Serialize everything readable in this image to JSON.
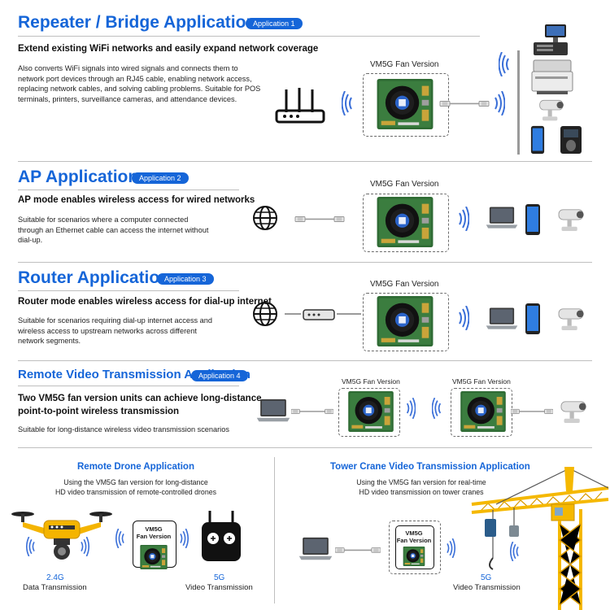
{
  "sections": {
    "repeater": {
      "title": "Repeater / Bridge Application",
      "badge": "Application 1",
      "subtitle": "Extend existing WiFi networks and easily expand network coverage",
      "description": "Also converts WiFi signals into wired signals and connects them to network port devices through an RJ45 cable, enabling network access, replacing network cables, and solving cabling problems. Suitable for POS terminals, printers, surveillance cameras, and attendance devices.",
      "module_label": "VM5G Fan Version"
    },
    "ap": {
      "title": "AP Application",
      "badge": "Application 2",
      "subtitle": "AP mode enables wireless access for wired networks",
      "description": "Suitable for scenarios where a computer connected through an Ethernet cable can access the internet without dial-up.",
      "module_label": "VM5G Fan Version"
    },
    "router": {
      "title": "Router Application",
      "badge": "Application 3",
      "subtitle": "Router mode enables wireless access for dial-up internet",
      "description": "Suitable for scenarios requiring dial-up internet access and wireless access to upstream networks across different network segments.",
      "module_label": "VM5G Fan Version"
    },
    "video": {
      "title": "Remote Video Transmission Application",
      "badge": "Application 4",
      "subtitle_line1": "Two VM5G fan version units can achieve long-distance",
      "subtitle_line2": "point-to-point wireless transmission",
      "description": "Suitable for long-distance wireless video transmission scenarios",
      "module_label_left": "VM5G Fan Version",
      "module_label_right": "VM5G Fan Version"
    },
    "drone": {
      "title": "Remote Drone Application",
      "description_line1": "Using the VM5G fan version for long-distance",
      "description_line2": "HD video transmission of remote-controlled drones",
      "chip_line1": "VM5G",
      "chip_line2": "Fan Version",
      "left_rate": "2.4G",
      "left_label": "Data Transmission",
      "right_rate": "5G",
      "right_label": "Video Transmission"
    },
    "crane": {
      "title": "Tower Crane Video Transmission Application",
      "description_line1": "Using the VM5G fan version for real-time",
      "description_line2": "HD video transmission on tower cranes",
      "chip_line1": "VM5G",
      "chip_line2": "Fan Version",
      "rate": "5G",
      "label": "Video Transmission"
    }
  },
  "colors": {
    "accent": "#1565d8",
    "crane_yellow": "#f5b800",
    "drone_yellow": "#f4b400",
    "pcb_green": "#2f6b34",
    "wifi_blue": "#3a6fd8"
  },
  "icons": [
    "router-icon",
    "globe-icon",
    "rj45-cable-icon",
    "modem-icon",
    "laptop-icon",
    "smartphone-icon",
    "cctv-camera-icon",
    "pos-terminal-icon",
    "printer-icon",
    "attendance-device-icon",
    "wifi-waves-icon",
    "drone-icon",
    "remote-controller-icon",
    "tower-crane-icon"
  ]
}
